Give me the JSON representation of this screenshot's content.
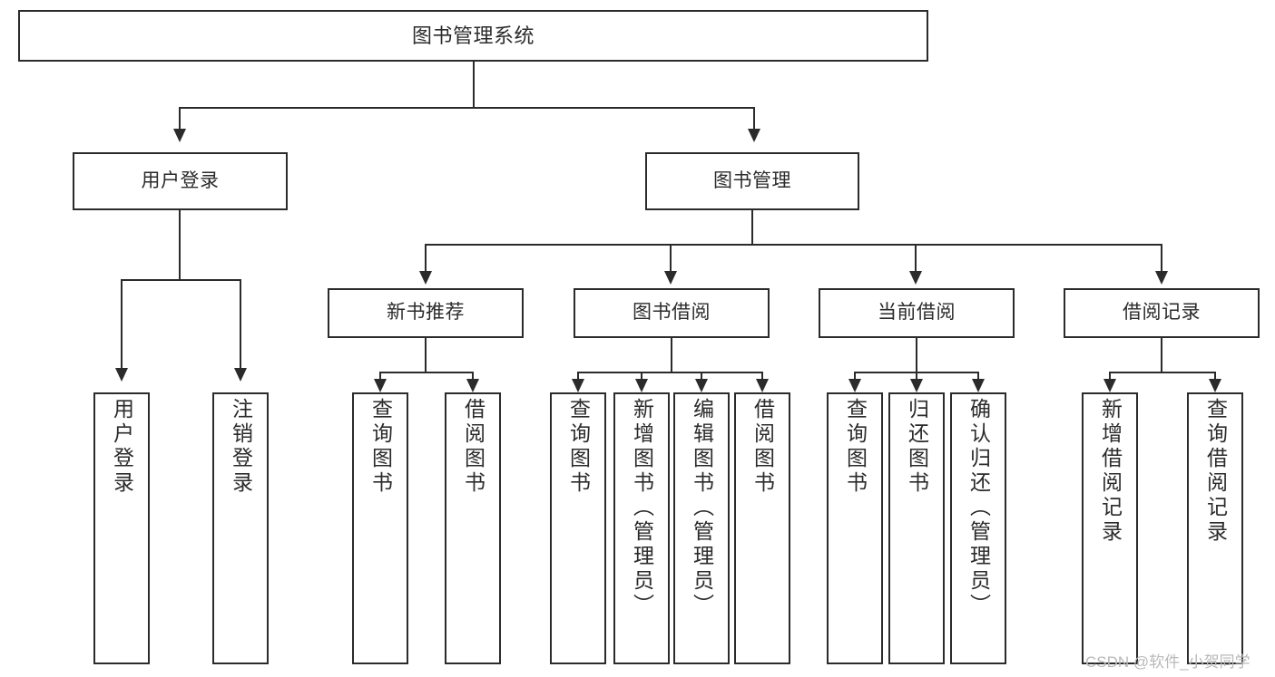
{
  "diagram": {
    "title": "图书管理系统",
    "watermark": "CSDN @软件_小贺同学",
    "root": {
      "label": "图书管理系统"
    },
    "level1": [
      {
        "id": "user-login",
        "label": "用户登录"
      },
      {
        "id": "book-management",
        "label": "图书管理"
      }
    ],
    "level2": [
      {
        "id": "new-book-recommend",
        "label": "新书推荐"
      },
      {
        "id": "book-borrow",
        "label": "图书借阅"
      },
      {
        "id": "current-borrow",
        "label": "当前借阅"
      },
      {
        "id": "borrow-record",
        "label": "借阅记录"
      }
    ],
    "leaves": {
      "user_login": [
        {
          "id": "leaf-user-login",
          "label": "用户登录"
        },
        {
          "id": "leaf-logout",
          "label": "注销登录"
        }
      ],
      "new_book_recommend": [
        {
          "id": "leaf-query-book-1",
          "label": "查询图书"
        },
        {
          "id": "leaf-borrow-book-1",
          "label": "借阅图书"
        }
      ],
      "book_borrow": [
        {
          "id": "leaf-query-book-2",
          "label": "查询图书"
        },
        {
          "id": "leaf-add-book",
          "label": "新增图书（管理员）"
        },
        {
          "id": "leaf-edit-book",
          "label": "编辑图书（管理员）"
        },
        {
          "id": "leaf-borrow-book-2",
          "label": "借阅图书"
        }
      ],
      "current_borrow": [
        {
          "id": "leaf-query-book-3",
          "label": "查询图书"
        },
        {
          "id": "leaf-return-book",
          "label": "归还图书"
        },
        {
          "id": "leaf-confirm-return",
          "label": "确认归还（管理员）"
        }
      ],
      "borrow_record": [
        {
          "id": "leaf-add-record",
          "label": "新增借阅记录"
        },
        {
          "id": "leaf-query-record",
          "label": "查询借阅记录"
        }
      ]
    },
    "colors": {
      "stroke": "#2b2b2b",
      "background": "#ffffff",
      "text": "#2b2b2b",
      "watermark": "#b9b9b9"
    }
  }
}
